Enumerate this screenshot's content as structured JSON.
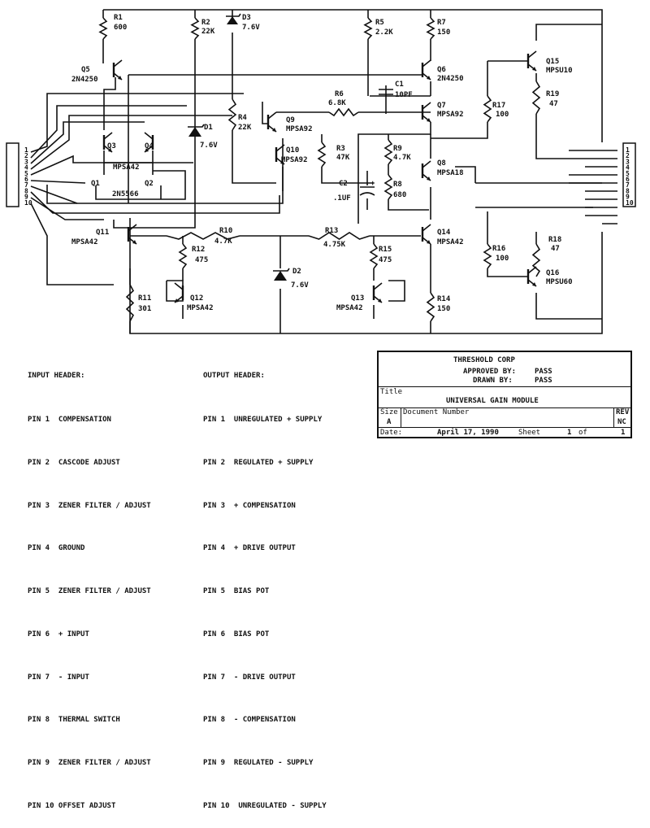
{
  "components": {
    "resistors": [
      {
        "ref": "R1",
        "value": "600"
      },
      {
        "ref": "R2",
        "value": "22K"
      },
      {
        "ref": "R3",
        "value": "47K"
      },
      {
        "ref": "R4",
        "value": "22K"
      },
      {
        "ref": "R5",
        "value": "2.2K"
      },
      {
        "ref": "R6",
        "value": "6.8K"
      },
      {
        "ref": "R7",
        "value": "150"
      },
      {
        "ref": "R8",
        "value": "680"
      },
      {
        "ref": "R9",
        "value": "4.7K"
      },
      {
        "ref": "R10",
        "value": "4.7K"
      },
      {
        "ref": "R11",
        "value": "301"
      },
      {
        "ref": "R12",
        "value": "475"
      },
      {
        "ref": "R13",
        "value": "4.75K"
      },
      {
        "ref": "R14",
        "value": "150"
      },
      {
        "ref": "R15",
        "value": "475"
      },
      {
        "ref": "R16",
        "value": "100"
      },
      {
        "ref": "R17",
        "value": "100"
      },
      {
        "ref": "R18",
        "value": "47"
      },
      {
        "ref": "R19",
        "value": "47"
      }
    ],
    "capacitors": [
      {
        "ref": "C1",
        "value": "10PF"
      },
      {
        "ref": "C2",
        "value": ".1UF"
      }
    ],
    "diodes": [
      {
        "ref": "D1",
        "value": "7.6V"
      },
      {
        "ref": "D2",
        "value": "7.6V"
      },
      {
        "ref": "D3",
        "value": "7.6V"
      }
    ],
    "transistors": [
      {
        "ref": "Q1",
        "value": ""
      },
      {
        "ref": "Q2",
        "value": "2N5566"
      },
      {
        "ref": "Q3",
        "value": ""
      },
      {
        "ref": "Q4",
        "value": "MPSA42"
      },
      {
        "ref": "Q5",
        "value": "2N4250"
      },
      {
        "ref": "Q6",
        "value": "2N4250"
      },
      {
        "ref": "Q7",
        "value": "MPSA92"
      },
      {
        "ref": "Q8",
        "value": "MPSA18"
      },
      {
        "ref": "Q9",
        "value": "MPSA92"
      },
      {
        "ref": "Q10",
        "value": "MPSA92"
      },
      {
        "ref": "Q11",
        "value": "MPSA42"
      },
      {
        "ref": "Q12",
        "value": "MPSA42"
      },
      {
        "ref": "Q13",
        "value": "MPSA42"
      },
      {
        "ref": "Q14",
        "value": "MPSA42"
      },
      {
        "ref": "Q15",
        "value": "MPSU10"
      },
      {
        "ref": "Q16",
        "value": "MPSU60"
      }
    ],
    "polarity_mark": "+"
  },
  "input_connector_pins": [
    "1",
    "2",
    "3",
    "4",
    "5",
    "6",
    "7",
    "8",
    "9",
    "10"
  ],
  "output_connector_pins": [
    "1",
    "2",
    "3",
    "4",
    "5",
    "6",
    "7",
    "8",
    "9",
    "10"
  ],
  "input_header": {
    "title": "INPUT HEADER:",
    "pins": [
      "PIN 1  COMPENSATION",
      "PIN 2  CASCODE ADJUST",
      "PIN 3  ZENER FILTER / ADJUST",
      "PIN 4  GROUND",
      "PIN 5  ZENER FILTER / ADJUST",
      "PIN 6  + INPUT",
      "PIN 7  - INPUT",
      "PIN 8  THERMAL SWITCH",
      "PIN 9  ZENER FILTER / ADJUST",
      "PIN 10 OFFSET ADJUST"
    ]
  },
  "output_header": {
    "title": "OUTPUT HEADER:",
    "pins": [
      "PIN 1  UNREGULATED + SUPPLY",
      "PIN 2  REGULATED + SUPPLY",
      "PIN 3  + COMPENSATION",
      "PIN 4  + DRIVE OUTPUT",
      "PIN 5  BIAS POT",
      "PIN 6  BIAS POT",
      "PIN 7  - DRIVE OUTPUT",
      "PIN 8  - COMPENSATION",
      "PIN 9  REGULATED - SUPPLY",
      "PIN 10  UNREGULATED - SUPPLY"
    ]
  },
  "title_block": {
    "company": "THRESHOLD CORP",
    "approved_label": "APPROVED BY:",
    "approved_value": "PASS",
    "drawn_label": "DRAWN BY:",
    "drawn_value": "PASS",
    "title_label": "Title",
    "title_value": "UNIVERSAL GAIN MODULE",
    "size_label": "Size",
    "size_value": "A",
    "docnum_label": "Document Number",
    "rev_label": "REV",
    "rev_value": "NC",
    "date_label": "Date:",
    "date_value": "April 17, 1990",
    "sheet_label": "Sheet",
    "sheet_value": "1",
    "of_label": "of",
    "of_value": "1"
  }
}
